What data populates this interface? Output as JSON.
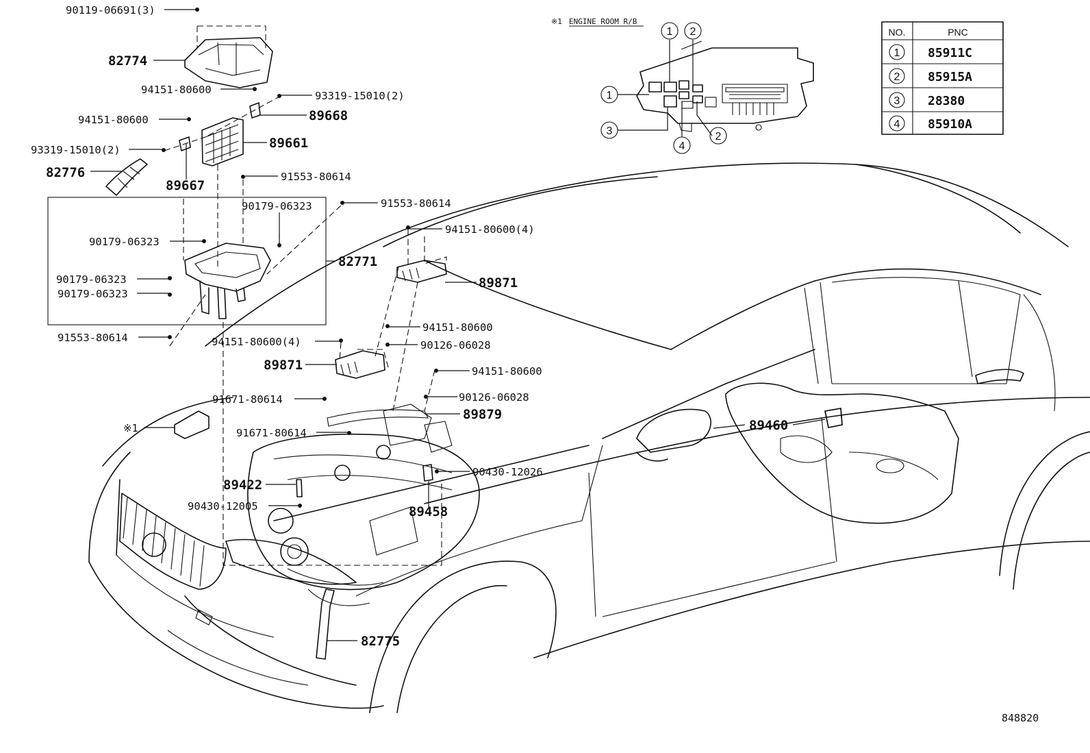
{
  "note": {
    "marker": "※1",
    "title": "ENGINE ROOM R/B"
  },
  "pnc_table": {
    "headers": [
      "NO.",
      "PNC"
    ],
    "rows": [
      {
        "no": "1",
        "pnc": "85911C"
      },
      {
        "no": "2",
        "pnc": "85915A"
      },
      {
        "no": "3",
        "pnc": "28380"
      },
      {
        "no": "4",
        "pnc": "85910A"
      }
    ]
  },
  "relay_box_callouts": [
    "1",
    "2",
    "1",
    "3",
    "4",
    "2"
  ],
  "labels": {
    "l01": "90119-06691(3)",
    "l02": "82774",
    "l03": "94151-80600",
    "l04": "93319-15010(2)",
    "l05": "94151-80600",
    "l06": "89668",
    "l07": "93319-15010(2)",
    "l08": "89661",
    "l09": "82776",
    "l10": "89667",
    "l11": "91553-80614",
    "l12": "90179-06323",
    "l13": "91553-80614",
    "l14": "90179-06323",
    "l15": "94151-80600(4)",
    "l16": "82771",
    "l17": "90179-06323",
    "l18": "90179-06323",
    "l19": "89871",
    "l20": "91553-80614",
    "l21": "94151-80600(4)",
    "l22": "94151-80600",
    "l23": "90126-06028",
    "l24": "89871",
    "l25": "94151-80600",
    "l26": "91671-80614",
    "l27": "90126-06028",
    "l28": "※1",
    "l29": "89879",
    "l30": "91671-80614",
    "l31": "89460",
    "l32": "90430-12026",
    "l33": "89422",
    "l34": "90430-12005",
    "l35": "89458",
    "l36": "82775"
  },
  "diagram_ref": "848820"
}
